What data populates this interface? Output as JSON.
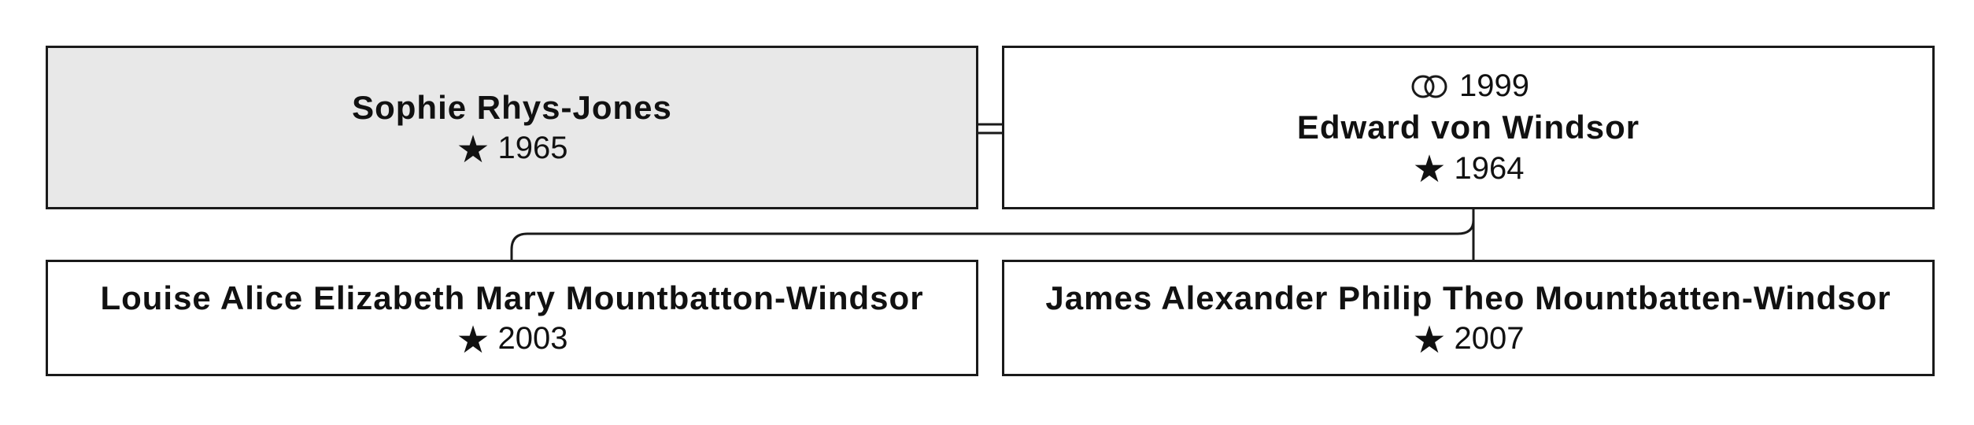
{
  "spouse": {
    "name": "Sophie Rhys-Jones",
    "birth_symbol": "star-icon",
    "birth_year": "1965"
  },
  "main_person": {
    "marriage_symbol": "wedding-rings-icon",
    "marriage_year": "1999",
    "name": "Edward von Windsor",
    "birth_symbol": "star-icon",
    "birth_year": "1964"
  },
  "children": [
    {
      "name": "Louise Alice Elizabeth Mary Mountbatton-Windsor",
      "birth_symbol": "star-icon",
      "birth_year": "2003"
    },
    {
      "name": "James Alexander Philip Theo Mountbatten-Windsor",
      "birth_symbol": "star-icon",
      "birth_year": "2007"
    }
  ],
  "colors": {
    "border": "#1a1a1a",
    "spouse_fill": "#e8e8e8",
    "person_fill": "#ffffff"
  }
}
